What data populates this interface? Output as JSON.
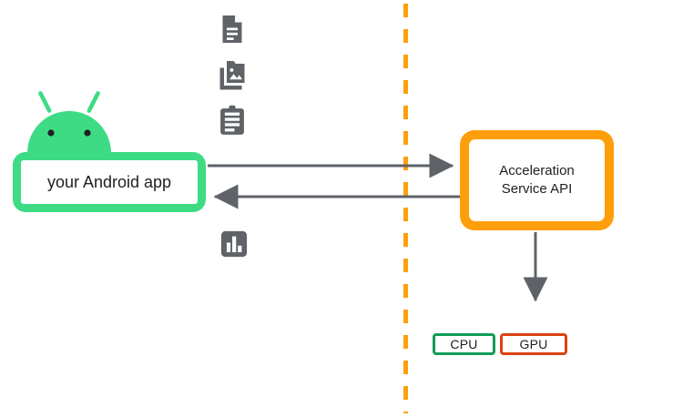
{
  "diagram": {
    "title": "Acceleration Service API architecture",
    "background_color": "#ffffff"
  },
  "client_side": {
    "robot_icon_name": "android-robot-icon",
    "robot_color": "#3DDC84",
    "app_box": {
      "label": "your Android app",
      "border_color": "#3DDC84",
      "fill_color": "#ffffff"
    },
    "data_icons": [
      {
        "name": "document-icon",
        "label": "document"
      },
      {
        "name": "images-icon",
        "label": "images"
      },
      {
        "name": "clipboard-icon",
        "label": "clipboard"
      },
      {
        "name": "bar-chart-icon",
        "label": "chart"
      }
    ],
    "icon_color": "#5F6368"
  },
  "divider": {
    "name": "process-boundary-divider",
    "color": "#FF9E0B",
    "style": "dashed-vertical"
  },
  "service_side": {
    "api_box": {
      "label_line_1": "Acceleration",
      "label_line_2": "Service API",
      "border_color": "#FF9E0B",
      "fill_color": "#ffffff"
    },
    "hardware": [
      {
        "name": "cpu",
        "label": "CPU",
        "border_color": "#0F9D58"
      },
      {
        "name": "gpu",
        "label": "GPU",
        "border_color": "#DB4311"
      }
    ]
  },
  "connections": {
    "color": "#5F6368",
    "request_arrow": {
      "name": "app-to-api-arrow",
      "direction": "right"
    },
    "response_arrow": {
      "name": "api-to-app-arrow",
      "direction": "left"
    },
    "delegate_arrow": {
      "name": "api-to-hardware-arrow",
      "direction": "down"
    }
  }
}
